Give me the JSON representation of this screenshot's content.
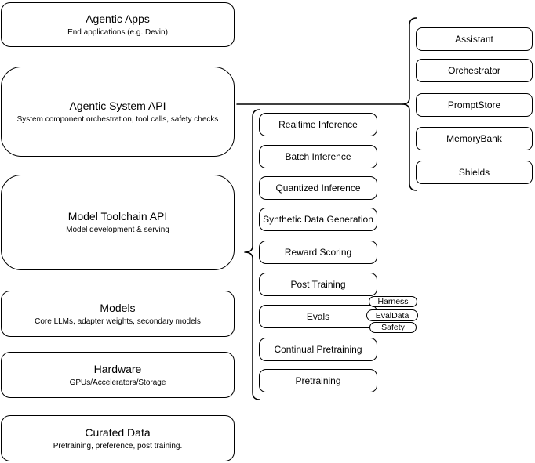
{
  "diagram": {
    "left_stack": [
      {
        "title": "Agentic Apps",
        "subtitle": "End applications (e.g. Devin)"
      },
      {
        "title": "Agentic System API",
        "subtitle": "System component orchestration, tool calls, safety checks"
      },
      {
        "title": "Model Toolchain API",
        "subtitle": "Model development & serving"
      },
      {
        "title": "Models",
        "subtitle": "Core LLMs, adapter weights, secondary models"
      },
      {
        "title": "Hardware",
        "subtitle": "GPUs/Accelerators/Storage"
      },
      {
        "title": "Curated Data",
        "subtitle": "Pretraining, preference, post training."
      }
    ],
    "toolchain": {
      "items": [
        "Realtime Inference",
        "Batch Inference",
        "Quantized Inference",
        "Synthetic Data Generation",
        "Reward Scoring",
        "Post Training",
        "Evals",
        "Continual Pretraining",
        "Pretraining"
      ]
    },
    "evals": {
      "pills": [
        "Harness",
        "EvalData",
        "Safety"
      ]
    },
    "system": {
      "items": [
        "Assistant",
        "Orchestrator",
        "PromptStore",
        "MemoryBank",
        "Shields"
      ]
    },
    "colors": {
      "stroke": "#000000",
      "background": "#ffffff"
    }
  }
}
